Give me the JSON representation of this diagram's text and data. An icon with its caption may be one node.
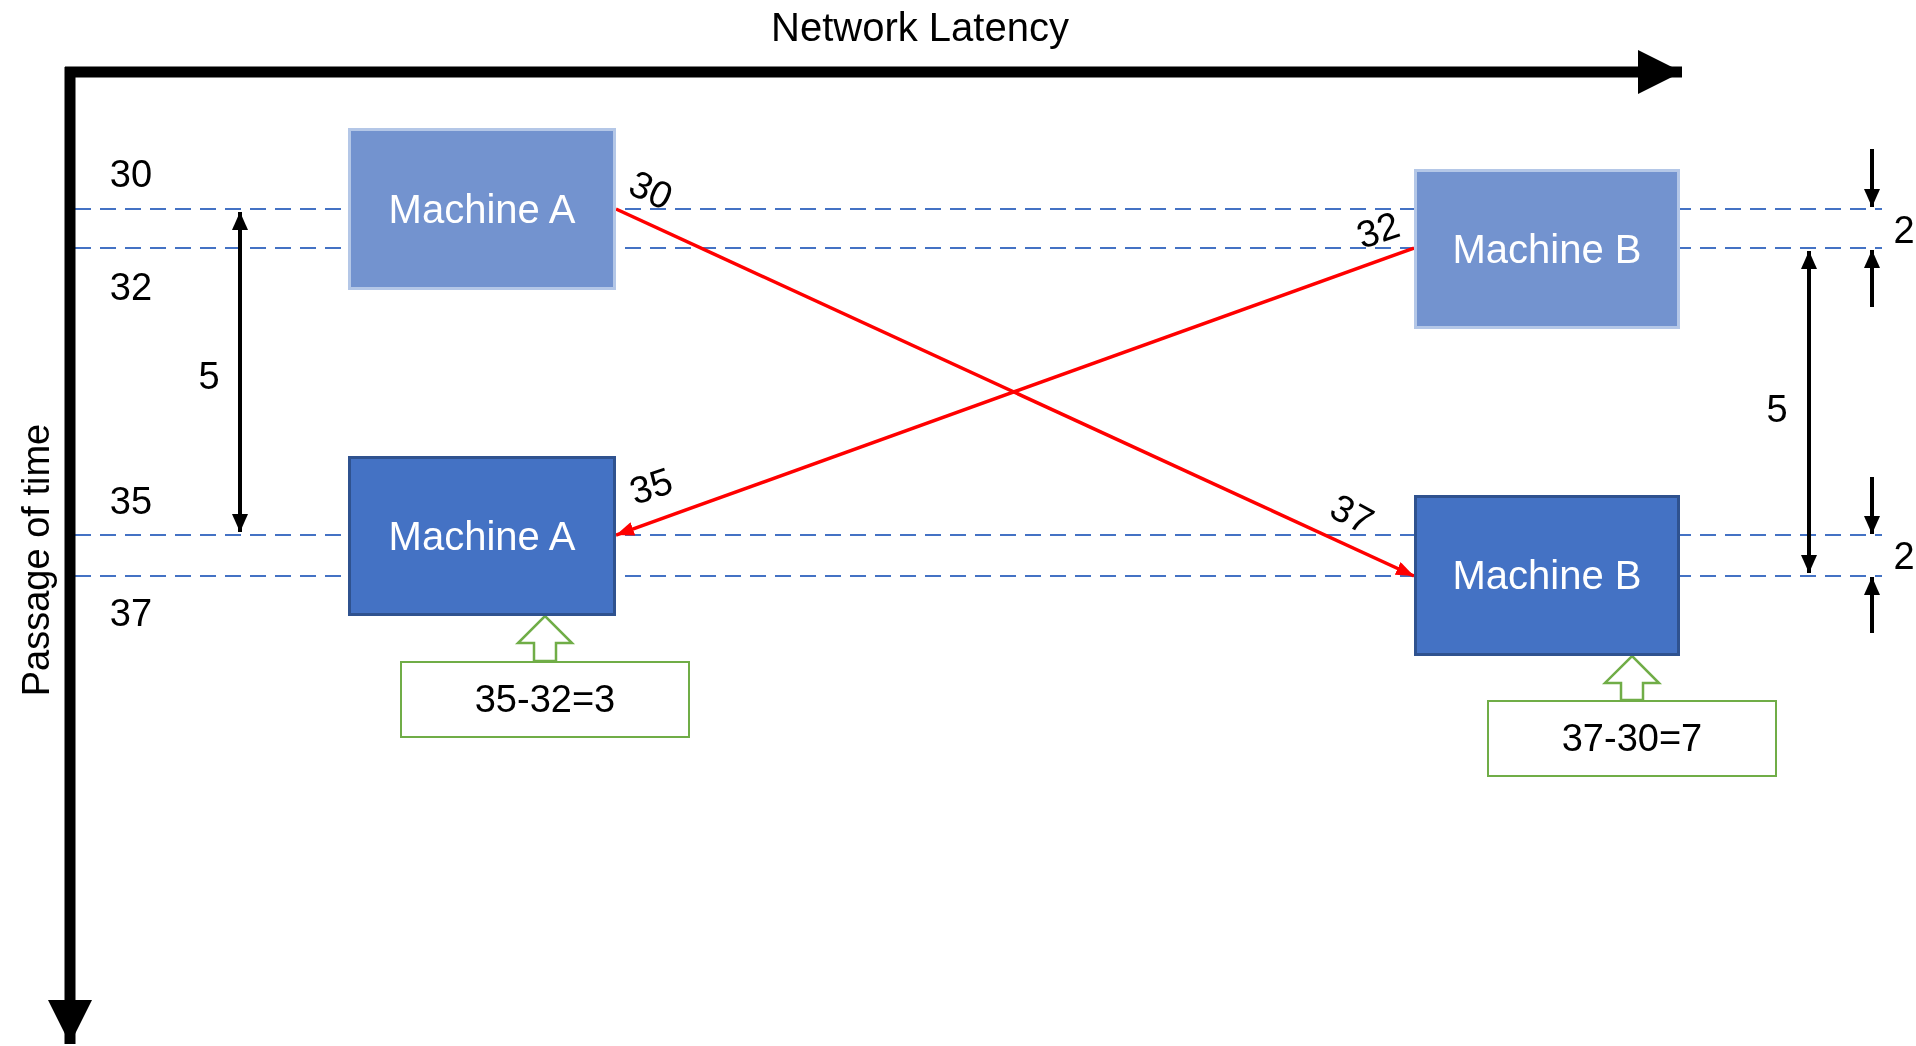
{
  "diagram": {
    "nodes": [
      {
        "text": [
          "Machine A"
        ]
      },
      {
        "text": [
          "Machine B"
        ]
      },
      {
        "text": [
          "Machine A"
        ]
      },
      {
        "text": [
          "Machine B"
        ]
      },
      {
        "text": [
          "35-32=3"
        ]
      },
      {
        "text": [
          "37-30=7"
        ]
      }
    ],
    "edges": [
      {
        "from": 0,
        "to": 3,
        "arrow": "to",
        "color": "#ff0000"
      },
      {
        "from": 1,
        "to": 2,
        "arrow": "to",
        "color": "#ff0000"
      },
      {
        "from": 4,
        "to": 2,
        "arrow": "to",
        "style": "thick",
        "color": "#70ad47"
      },
      {
        "from": 5,
        "to": 3,
        "arrow": "to",
        "style": "thick",
        "color": "#70ad47"
      }
    ],
    "labels": [
      "Network Latency",
      "30",
      "30",
      "32",
      "2",
      "32",
      "5",
      "Passage of time",
      "5",
      "35",
      "35",
      "37",
      "2",
      "37"
    ]
  }
}
